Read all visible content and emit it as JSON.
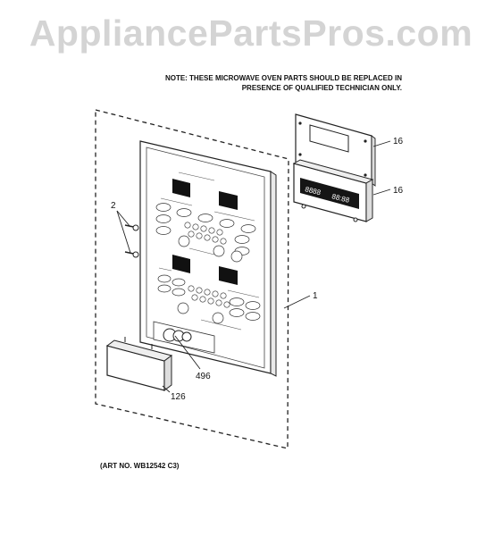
{
  "watermark": "AppliancePartsPros.com",
  "note": {
    "line1": "NOTE: THESE MICROWAVE OVEN PARTS SHOULD BE REPLACED IN",
    "line2": "PRESENCE OF QUALIFIED TECHNICIAN ONLY."
  },
  "art_number": "(ART NO. WB12542 C3)",
  "callouts": {
    "screws": "2",
    "panel_assembly": "1",
    "pcb_board": "16",
    "display_module": "16",
    "knob_part": "496",
    "latch_handle": "126"
  },
  "display_readouts": {
    "left": "8888",
    "right": "88:88"
  },
  "colors": {
    "line": "#222222",
    "watermark": "#d4d4d4",
    "dark_fill": "#111111"
  }
}
